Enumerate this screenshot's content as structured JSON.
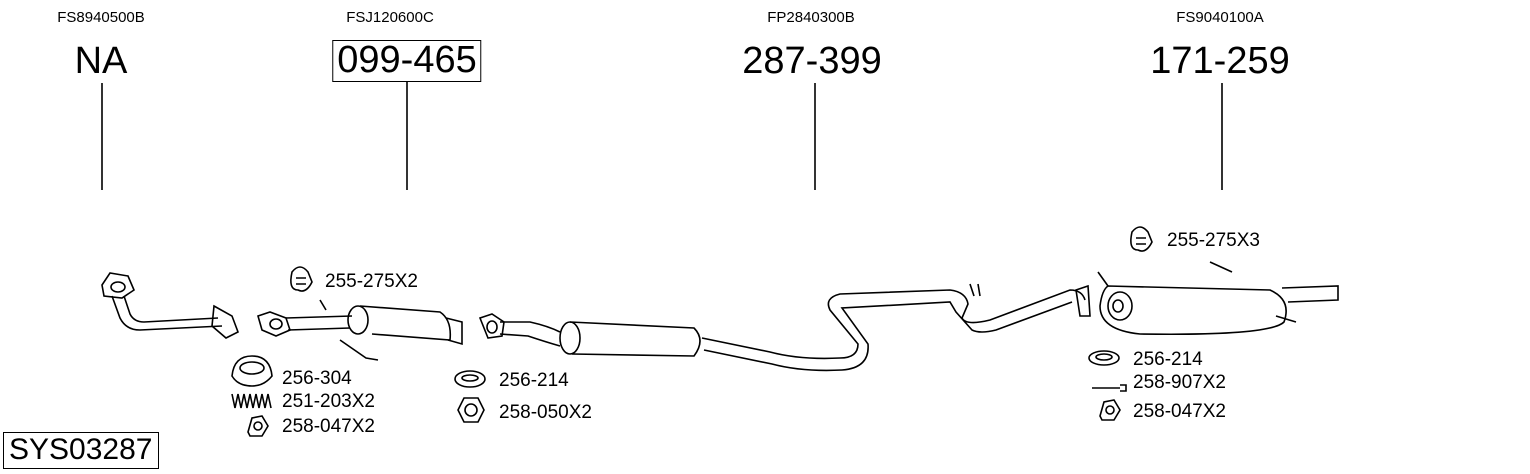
{
  "system_id": "SYS03287",
  "components": [
    {
      "oe_code": "FS8940500B",
      "part_number": "NA",
      "highlighted": false
    },
    {
      "oe_code": "FSJ120600C",
      "part_number": "099-465",
      "highlighted": true
    },
    {
      "oe_code": "FP2840300B",
      "part_number": "287-399",
      "highlighted": false
    },
    {
      "oe_code": "FS9040100A",
      "part_number": "171-259",
      "highlighted": false
    }
  ],
  "accessories": [
    {
      "label": "255-275X2",
      "icon": "rubber-hanger-icon"
    },
    {
      "label": "256-304",
      "icon": "sealing-ring-icon"
    },
    {
      "label": "251-203X2",
      "icon": "spring-icon"
    },
    {
      "label": "258-047X2",
      "icon": "flange-nut-icon"
    },
    {
      "label": "256-214",
      "icon": "gasket-ring-icon"
    },
    {
      "label": "258-050X2",
      "icon": "hex-nut-icon"
    },
    {
      "label": "255-275X3",
      "icon": "rubber-hanger-icon"
    },
    {
      "label": "256-214",
      "icon": "gasket-ring-icon"
    },
    {
      "label": "258-907X2",
      "icon": "bolt-icon"
    },
    {
      "label": "258-047X2",
      "icon": "flange-nut-icon"
    }
  ]
}
